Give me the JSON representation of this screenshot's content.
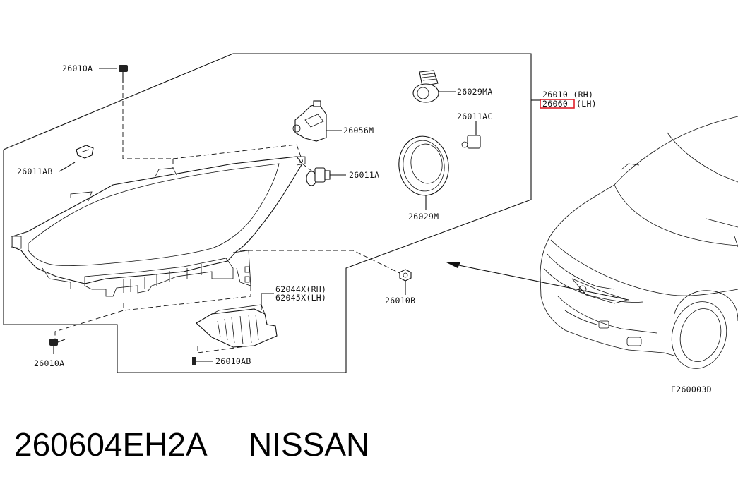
{
  "labels": {
    "p26010A_top": "26010A",
    "p26011AB": "26011AB",
    "p26056M": "26056M",
    "p26011A": "26011A",
    "p26029MA": "26029MA",
    "p26011AC": "26011AC",
    "p26029M": "26029M",
    "p26010_rh": "26010 (RH)",
    "p26060_num": "26060",
    "p26060_lh": "(LH)",
    "p62044X": "62044X(RH)",
    "p62045X": "62045X(LH)",
    "p26010B": "26010B",
    "p26010A_bottom": "26010A",
    "p26010AB": "26010AB",
    "figure_code": "E260003D"
  },
  "caption": {
    "part_number": "260604EH2A",
    "brand": "NISSAN"
  },
  "colors": {
    "highlight_box": "#e0202a",
    "line": "#111111"
  }
}
